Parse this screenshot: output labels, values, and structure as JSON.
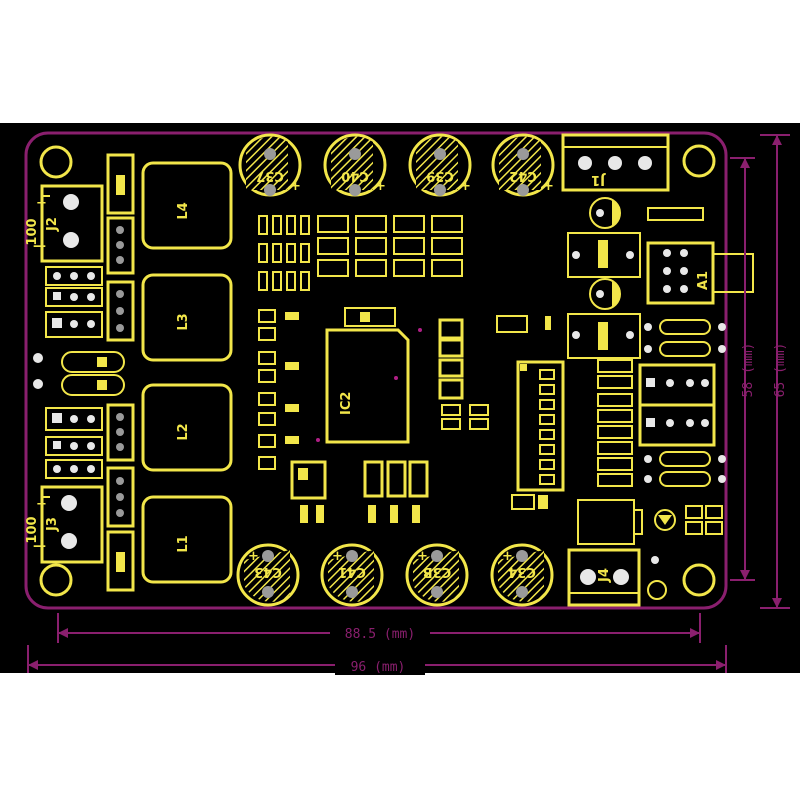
{
  "colors": {
    "background": "#000000",
    "silkscreen": "#f2e64a",
    "board_outline": "#8a1f6e",
    "dimension": "#8a1f6e",
    "hole": "#9a9a9a"
  },
  "dimensions": {
    "width_inner": "88.5 (mm)",
    "width_outer": "96 (mm)",
    "height_inner": "58 (mm)",
    "height_outer": "65 (mm)"
  },
  "labels": {
    "J1": "J1",
    "J2": "J2",
    "J3": "J3",
    "J4": "J4",
    "A1": "A1",
    "IC2": "IC2",
    "L1": "L1",
    "L2": "L2",
    "L3": "L3",
    "L4": "L4",
    "C37": "C37",
    "C40": "C40",
    "C39": "C39",
    "C42": "C42",
    "C43": "C43",
    "C41": "C41",
    "C38": "C3B",
    "C34": "C34",
    "j2_plus": "+",
    "j2_minus": "—",
    "j2_mark": "100",
    "j3_plus": "+",
    "j3_minus": "—",
    "j3_mark": "100"
  },
  "capacitors_top": [
    "C37",
    "C40",
    "C39",
    "C42"
  ],
  "capacitors_bottom": [
    "C43",
    "C41",
    "C3B",
    "C34"
  ],
  "inductors": [
    "L4",
    "L3",
    "L2",
    "L1"
  ]
}
